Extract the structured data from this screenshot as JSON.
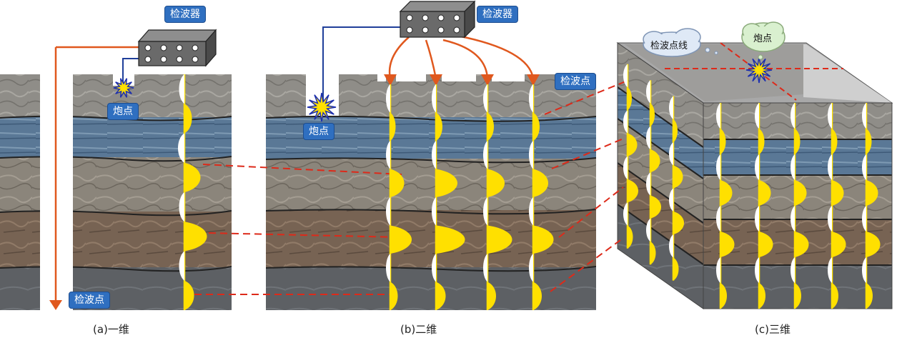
{
  "colors": {
    "rock_top": "#8d8b86",
    "rock_blue": "#5b7897",
    "rock_mid": "#8a8278",
    "rock_brown": "#7a6656",
    "rock_bottom": "#5e6063",
    "wave_fill": "#ffe000",
    "wave_white": "#ffffff",
    "arrow_orange": "#e0581e",
    "wire_blue": "#1f3f9a",
    "dash_red": "#dd2a1a",
    "tag_blue": "#2f6fc0"
  },
  "panel_a": {
    "caption": "(a)一维",
    "receiver_label": "检波器",
    "shot_label": "炮点",
    "point_label": "检波点"
  },
  "panel_b": {
    "caption": "(b)二维",
    "receiver_label": "检波器",
    "shot_label": "炮点",
    "point_label": "检波点"
  },
  "panel_c": {
    "caption": "(c)三维",
    "line_label": "检波点线",
    "shot_label": "炮点"
  }
}
